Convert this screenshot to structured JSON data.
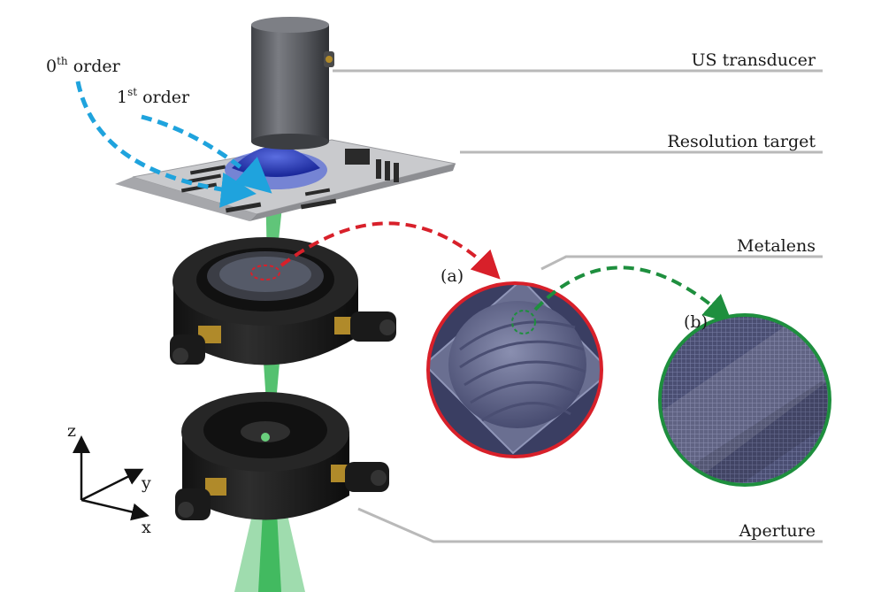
{
  "order_labels": {
    "zeroth": {
      "main": "0",
      "sup": "th",
      "tail": " order"
    },
    "first": {
      "main": "1",
      "sup": "st",
      "tail": " order"
    }
  },
  "component_labels": {
    "transducer": "US transducer",
    "target": "Resolution target",
    "metalens": "Metalens",
    "aperture": "Aperture"
  },
  "insets": {
    "a": "(a)",
    "b": "(b)"
  },
  "axes": {
    "z": "z",
    "y": "y",
    "x": "x"
  },
  "colors": {
    "beam": "#2bb24c",
    "acoustic_arrow": "#1fa3dd",
    "inset_a_ring": "#d8202a",
    "inset_b_ring": "#1e8f3e",
    "leader": "#b9b9b9",
    "mount_body": "#1c1c1c",
    "transducer_body": "#5d5f64",
    "target_plate": "#c9cacd",
    "lens_surface": "#6a6f91"
  }
}
